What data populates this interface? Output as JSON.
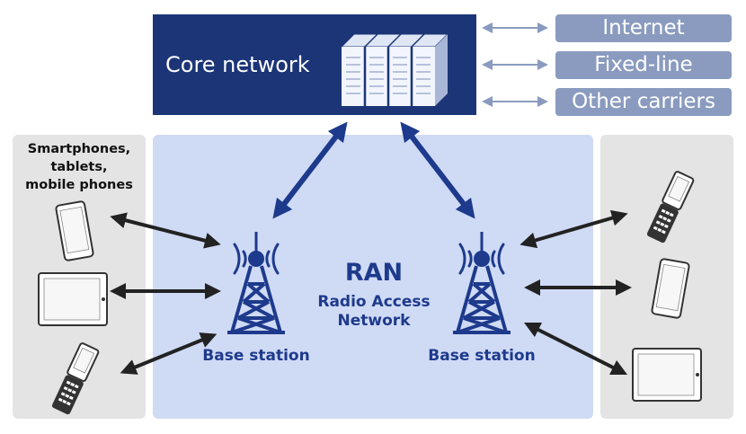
{
  "core": {
    "label": "Core network"
  },
  "destinations": [
    {
      "label": "Internet"
    },
    {
      "label": "Fixed-line"
    },
    {
      "label": "Other carriers"
    }
  ],
  "devices": {
    "label": "Smartphones,\ntablets,\nmobile phones"
  },
  "ran": {
    "title": "RAN",
    "subtitle": "Radio Access\nNetwork"
  },
  "base_stations": [
    {
      "label": "Base station"
    },
    {
      "label": "Base station"
    }
  ],
  "colors": {
    "core": "#1b3577",
    "ran_area": "#cfdaf5",
    "panel": "#e4e4e4",
    "destination": "#8a9bbf",
    "accent_text": "#1e3a8c",
    "arrow_dark": "#222222",
    "arrow_blue": "#1e3a8c"
  },
  "icons": [
    "server-icon",
    "antenna-tower-icon",
    "smartphone-icon",
    "tablet-icon",
    "flip-phone-icon"
  ]
}
